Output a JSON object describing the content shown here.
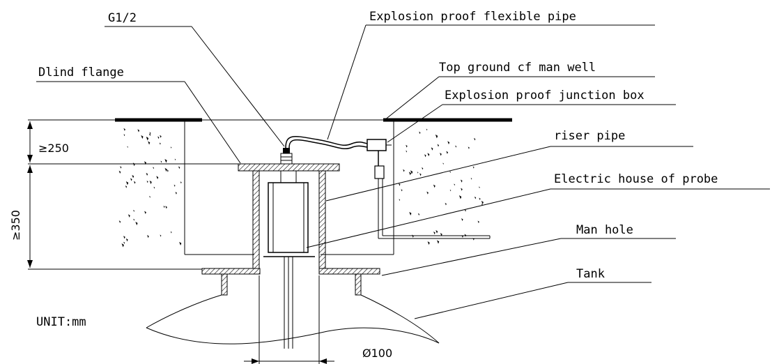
{
  "labels": {
    "g12": "G1/2",
    "explosion_pipe": "Explosion proof flexible pipe",
    "top_ground": "Top ground cf man well",
    "blind_flange": "Dlind flange",
    "junction_box": "Explosion proof junction box",
    "riser_pipe": "riser pipe",
    "electric_house": "Electric house of probe",
    "man_hole": "Man hole",
    "tank": "Tank",
    "unit": "UNIT:mm"
  },
  "dimensions": {
    "upper": "≥250",
    "total": "≥350",
    "diameter": "Ø100"
  }
}
